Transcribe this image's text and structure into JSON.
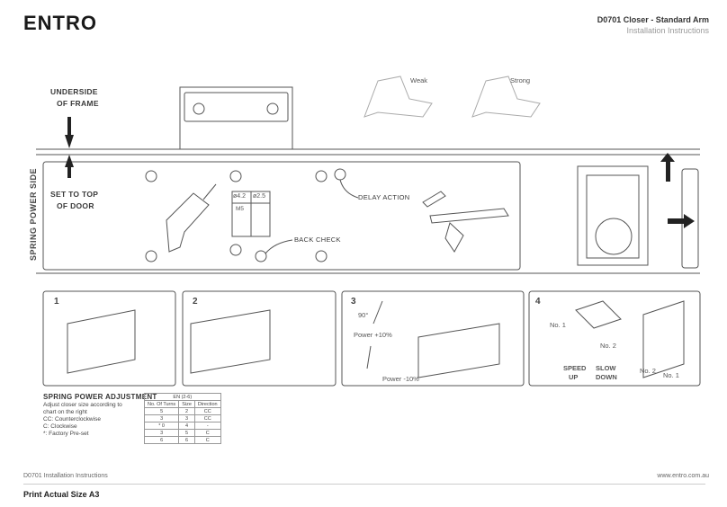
{
  "header": {
    "logo": "ENTRO",
    "title": "D0701 Closer - Standard Arm",
    "subtitle": "Installation Instructions"
  },
  "labels": {
    "underside_of_frame_1": "UNDERSIDE",
    "underside_of_frame_2": "OF FRAME",
    "set_to_top_1": "SET TO TOP",
    "set_to_top_2": "OF DOOR",
    "spring_power_side": "SPRING POWER SIDE",
    "weak": "Weak",
    "strong": "Strong",
    "delay_action": "DELAY ACTION",
    "back_check": "BACK CHECK",
    "drill_1": "ø4.2",
    "drill_2": "ø2.5",
    "screw": "M5"
  },
  "steps": [
    {
      "num": "1"
    },
    {
      "num": "2"
    },
    {
      "num": "3",
      "angle": "90°",
      "power_plus": "Power +10%",
      "power_minus": "Power -10%"
    },
    {
      "num": "4",
      "no1": "No. 1",
      "no2": "No. 2",
      "speed": "SPEED",
      "up": "UP",
      "slow": "SLOW",
      "down": "DOWN",
      "no2b": "No. 2",
      "no1b": "No. 1"
    }
  ],
  "spring": {
    "heading": "SPRING POWER ADJUSTMENT",
    "lines": [
      "Adjust closer size according to",
      "chart on the right",
      "CC: Counterclockwise",
      "C: Clockwise",
      "*: Factory Pre-set"
    ]
  },
  "table": {
    "title": "EN (2-6)",
    "headers": [
      "No. Of Turns",
      "Size",
      "Direction"
    ],
    "rows": [
      [
        "5",
        "2",
        "CC"
      ],
      [
        "3",
        "3",
        "CC"
      ],
      [
        "0",
        "4",
        "-"
      ],
      [
        "3",
        "5",
        "C"
      ],
      [
        "6",
        "6",
        "C"
      ]
    ],
    "preset_marker": "*"
  },
  "footer": {
    "left": "D0701 Installation Instructions",
    "right": "www.entro.com.au",
    "print": "Print Actual Size A3"
  }
}
